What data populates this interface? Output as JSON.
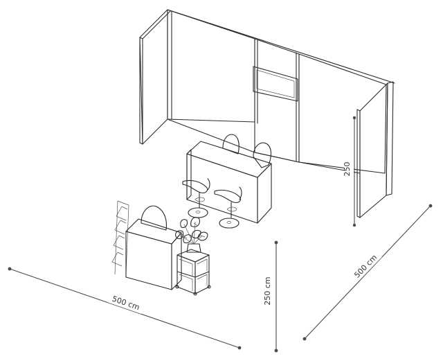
{
  "dimensions": {
    "width_label": "500 cm",
    "depth_label": "500 cm",
    "height_label": "250 cm",
    "wall_height_label": "250"
  }
}
